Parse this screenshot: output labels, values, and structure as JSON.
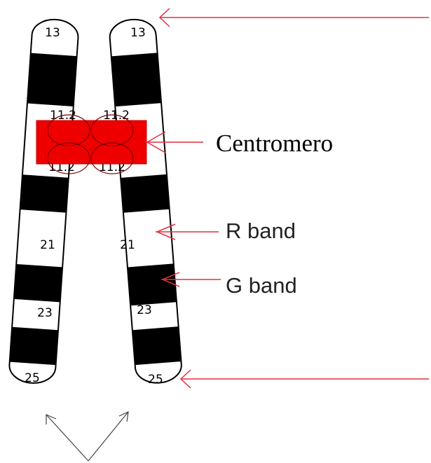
{
  "labels": {
    "centromere": "Centromero",
    "r_band": "R band",
    "g_band": "G band"
  },
  "bands": {
    "b13": "13",
    "b11_2": "11.2",
    "b21": "21",
    "b23": "23",
    "b25": "25"
  },
  "colors": {
    "centromere_fill": "#ee0000",
    "arrow": "#e03040",
    "outline": "#000000"
  }
}
